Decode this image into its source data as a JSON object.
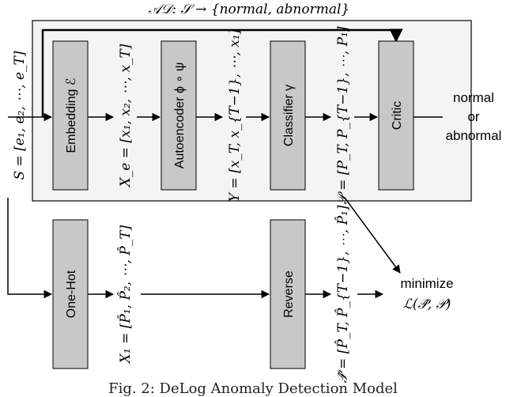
{
  "title": "𝒜𝒟: 𝒮 → {normal, abnormal}",
  "blocks": {
    "embedding": "Embedding ℰ",
    "autoencoder": "Autoencoder ϕ ∘ ψ",
    "classifier": "Classifier γ",
    "critic": "Critic",
    "onehot": "One-Hot",
    "reverse": "Reverse"
  },
  "vars": {
    "s": "S = [e₁, e₂, ⋯, e_T]",
    "xe": "X_e = [x₁, x₂, ⋯, x_T]",
    "y": "Y = [x_T, x_{T−1}, ⋯, x₁]",
    "p": "𝒫 = [P_T, P_{T−1}, ⋯, P₁]",
    "x1": "X₁ = [P̂₁, P̂₂, ⋯, P̂_T]",
    "phat": "𝒫̂ = [P̂_T, P̂_{T−1}, ⋯, P̂₁]"
  },
  "outputs": {
    "normal": "normal",
    "or": "or",
    "abnormal": "abnormal",
    "minimize": "minimize",
    "loss": "ℒ(𝒫̂, 𝒫)"
  },
  "caption": "Fig. 2: DeLog Anomaly Detection Model"
}
